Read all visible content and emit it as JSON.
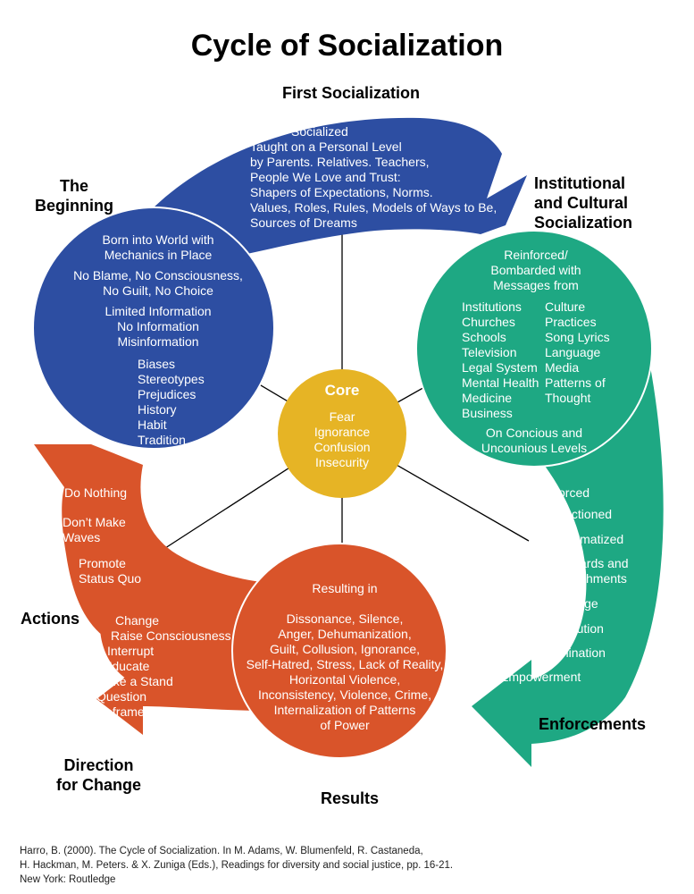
{
  "title": "Cycle of Socialization",
  "colors": {
    "blue": "#2d4ea2",
    "green": "#1ea883",
    "orange": "#d9542a",
    "core": "#e6b425"
  },
  "stages": {
    "first": "First Socialization",
    "beginning": [
      "The",
      "Beginning"
    ],
    "institutional": [
      "Institutional",
      "and Cultural",
      "Socialization"
    ],
    "enforcements": "Enforcements",
    "results": "Results",
    "actions": "Actions",
    "direction": [
      "Direction",
      "for Change"
    ]
  },
  "first_socialization_text": [
    "Socialized",
    "Taught on a Personal Level",
    "by Parents. Relatives. Teachers,",
    "People We Love and Trust:",
    "Shapers of Expectations, Norms.",
    "Values, Roles, Rules, Models of Ways to Be,",
    "Sources of Dreams"
  ],
  "beginning_circle": {
    "block1": [
      "Born into World with",
      "Mechanics in Place"
    ],
    "block2": [
      "No Blame, No Consciousness,",
      "No Guilt, No Choice"
    ],
    "block3": [
      "Limited Information",
      "No Information",
      "Misinformation"
    ],
    "block4": [
      "Biases",
      "Stereotypes",
      "Prejudices",
      "History",
      "Habit",
      "Tradition"
    ]
  },
  "institutional_circle": {
    "header": [
      "Reinforced/",
      "Bombarded with",
      "Messages from"
    ],
    "col1": [
      "Institutions",
      "Churches",
      "Schools",
      "Television",
      "Legal System",
      "Mental Health",
      "Medicine",
      "Business"
    ],
    "col2": [
      "Culture",
      "Practices",
      "Song Lyrics",
      "Language",
      "Media",
      "Patterns of",
      "Thought"
    ],
    "footer": [
      "On Concious and",
      "Uncounious Levels"
    ]
  },
  "enforcements_list": [
    "Enforced",
    "Sanctioned",
    "Stigmatized",
    "Rewards and",
    "Punishments",
    "Privilege",
    "Persecution",
    "Discrimination",
    "Empowerment"
  ],
  "results_circle": {
    "header": "Resulting in",
    "body": [
      "Dissonance, Silence,",
      "Anger, Dehumanization,",
      "Guilt, Collusion, Ignorance,",
      "Self-Hatred, Stress, Lack of Reality,",
      "Horizontal Violence,",
      "Inconsistency, Violence, Crime,",
      "Internalization of Patterns",
      "of Power"
    ]
  },
  "actions_list": [
    "Do Nothing",
    "Don’t Make",
    "Waves",
    "Promote",
    "Status Quo"
  ],
  "direction_list": [
    "Change",
    "Raise Consciousness",
    "Interrupt",
    "Educate",
    "Take a Stand",
    "Question",
    "Reframe"
  ],
  "core": {
    "label": "Core",
    "items": [
      "Fear",
      "Ignorance",
      "Confusion",
      "Insecurity"
    ]
  },
  "citation": [
    "Harro, B. (2000). The Cycle of Socialization. In M. Adams, W. Blumenfeld, R. Castaneda,",
    "H. Hackman, M. Peters. & X. Zuniga (Eds.), Readings for diversity and social justice, pp. 16-21.",
    "New York: Routledge"
  ]
}
